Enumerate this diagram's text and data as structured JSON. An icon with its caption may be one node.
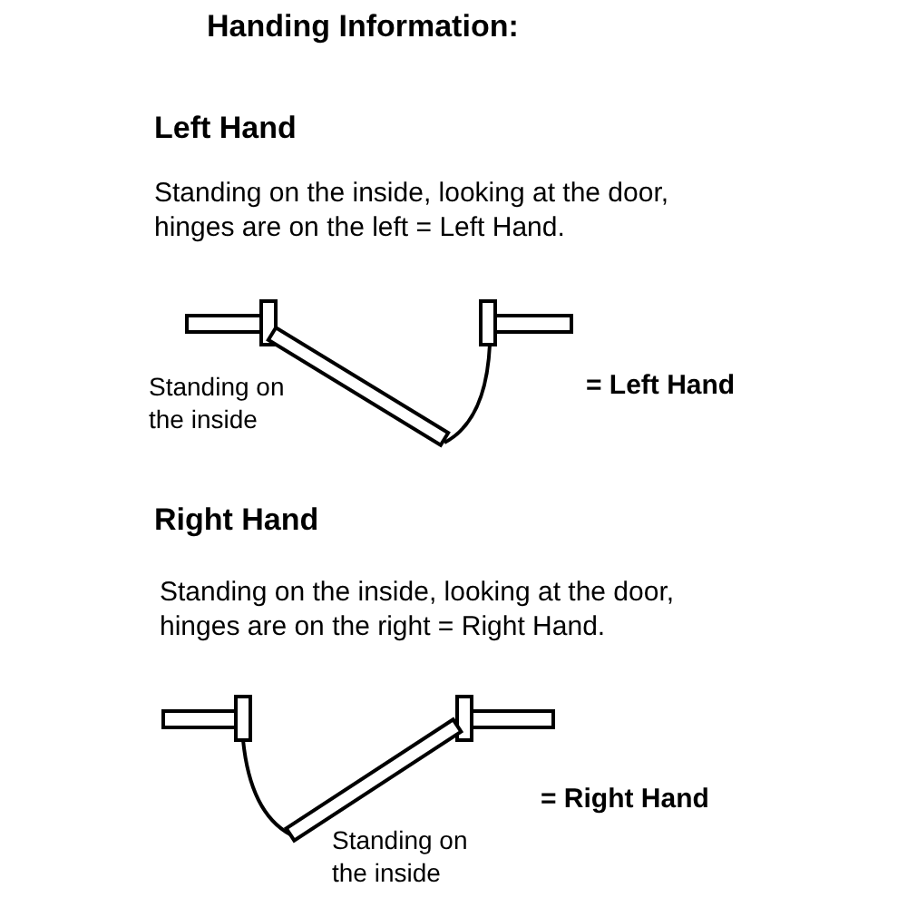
{
  "diagram": {
    "title": "Handing Information:",
    "labels": [
      "Left Hand",
      "Standing on the inside, looking at the door, hinges are on the left = Left Hand.",
      "Standing on the inside",
      "= Left Hand",
      "Right Hand",
      "Standing on the inside, looking at the door, hinges are on the right = Right Hand.",
      "Standing on the inside",
      "= Right Hand"
    ]
  }
}
